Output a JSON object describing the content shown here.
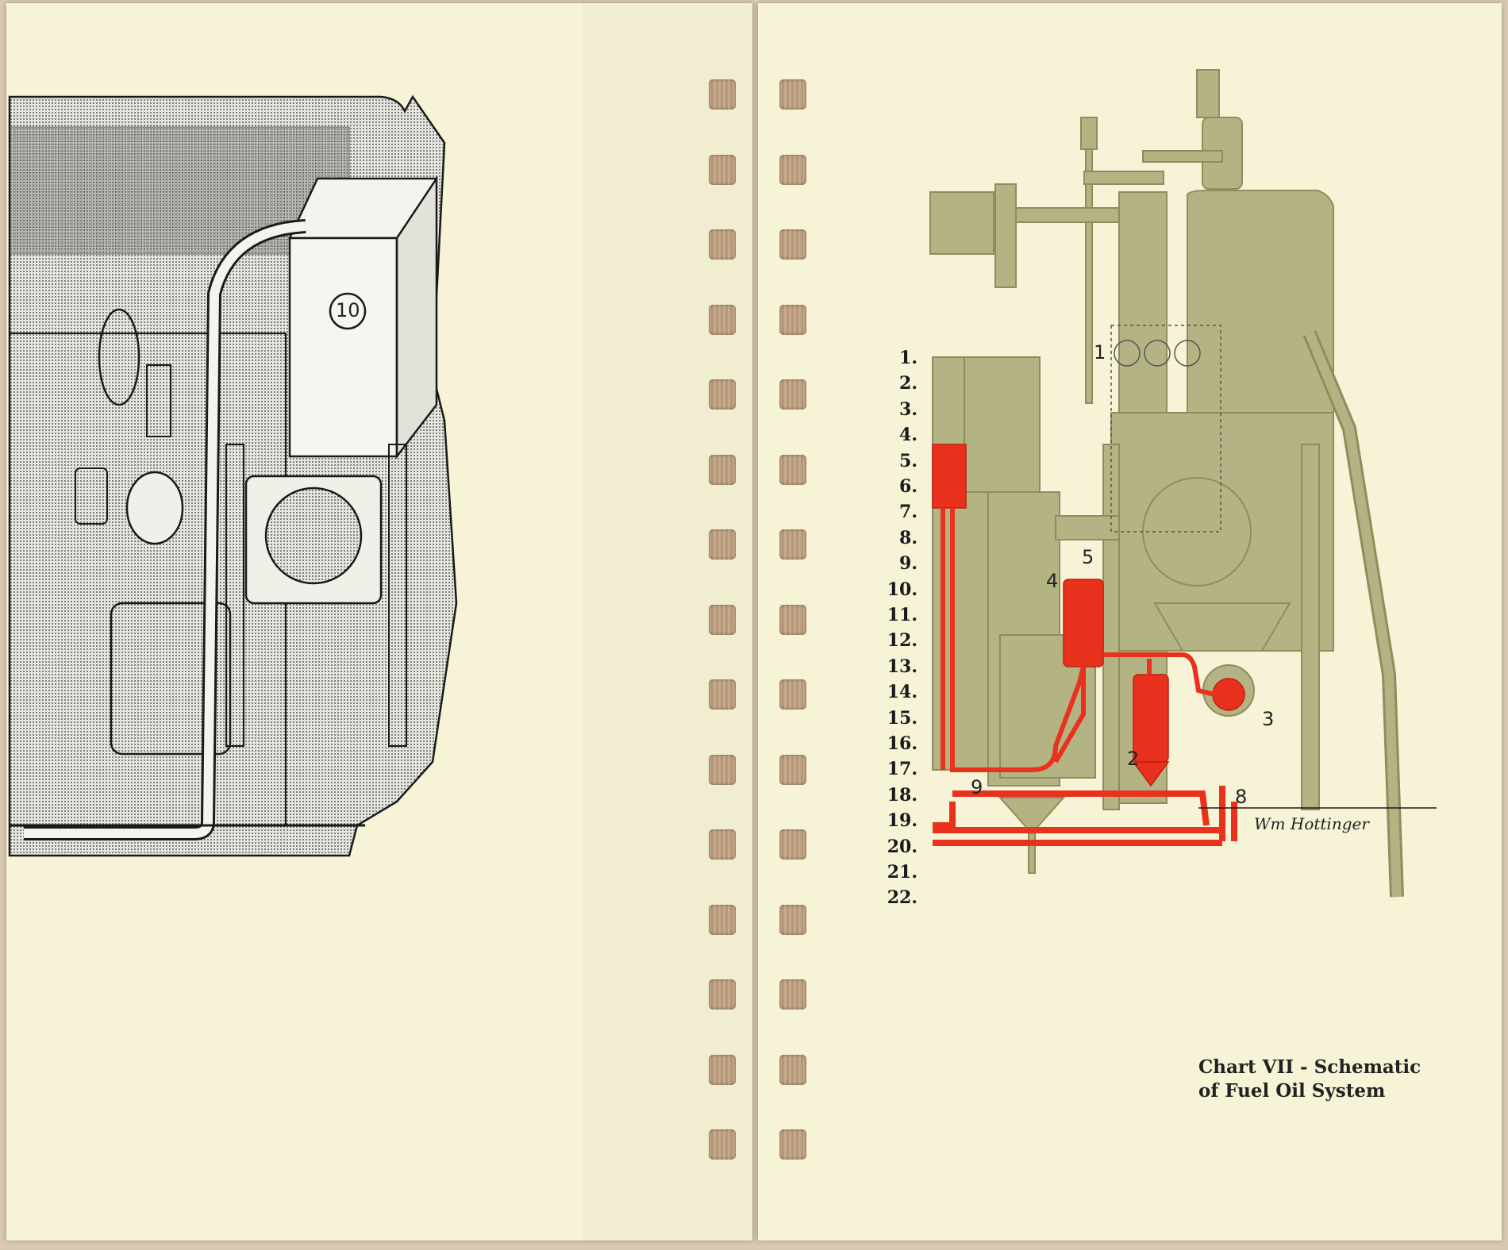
{
  "legend_numbers": [
    "1.",
    "2.",
    "3.",
    "4.",
    "5.",
    "6.",
    "7.",
    "8.",
    "9.",
    "10.",
    "11.",
    "12.",
    "13.",
    "14.",
    "15.",
    "16.",
    "17.",
    "18.",
    "19.",
    "20.",
    "21.",
    "22."
  ],
  "callouts": [
    "1",
    "2",
    "3",
    "4",
    "5",
    "8",
    "9"
  ],
  "left_callout": "10",
  "caption_line1": "Chart VII - Schematic",
  "caption_line2": "of Fuel Oil System",
  "signature": "Wm Hottinger",
  "colors": {
    "paper": "#f6f3d6",
    "machinery": "#b4b383",
    "fuel_line": "#e8321e",
    "ink": "#1a1a1a"
  }
}
